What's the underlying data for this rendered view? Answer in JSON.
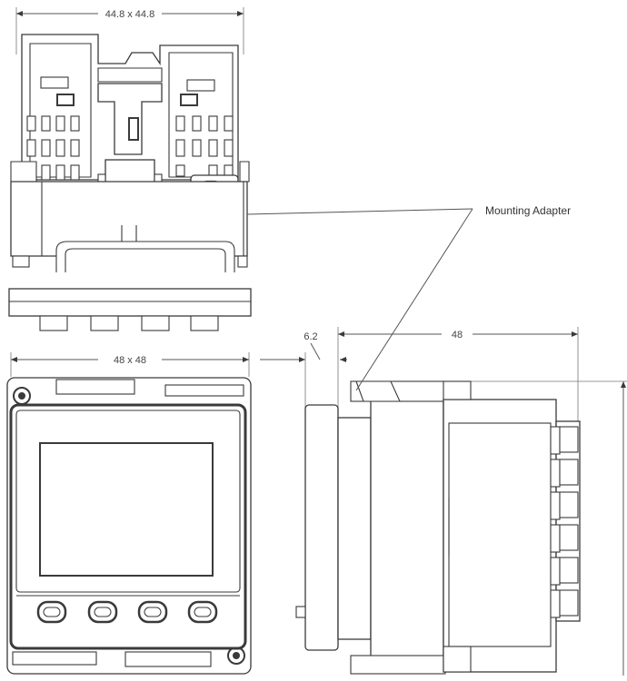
{
  "dimensions": {
    "top_width": "44.8 x 44.8",
    "front_size": "48 x 48",
    "flange_depth": "6.2",
    "body_depth": "48"
  },
  "callouts": {
    "mounting_adapter": "Mounting Adapter"
  },
  "colors": {
    "line": "#3a3a3a",
    "dimension": "#555555",
    "background": "#ffffff"
  }
}
